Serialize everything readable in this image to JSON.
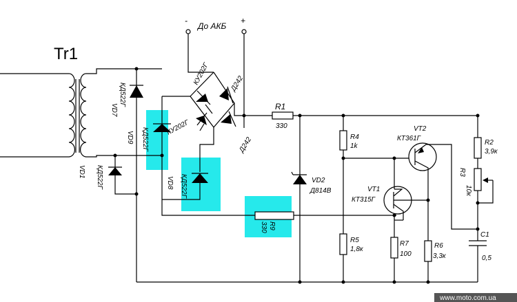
{
  "title": "Tr1",
  "battery_label": "До АКБ",
  "pole_minus": "-",
  "pole_plus": "+",
  "site": "www.moto.com.ua",
  "highlight_color": "#00e5e8",
  "components": {
    "vd7": {
      "ref": "VD7",
      "type": "КД522Г"
    },
    "vd9": {
      "ref": "VD9",
      "type": "КД522Г"
    },
    "vd1": {
      "ref": "VD1",
      "type": "КД522Г"
    },
    "vd8": {
      "ref": "VD8",
      "type": "КД522Г"
    },
    "vd2": {
      "ref": "VD2",
      "type": "Д814В"
    },
    "thyristor1": {
      "type": "КУ202Г"
    },
    "thyristor2": {
      "type": "КУ202Г"
    },
    "diode_d1": {
      "type": "Д242"
    },
    "diode_d2": {
      "type": "Д242"
    },
    "r1": {
      "ref": "R1",
      "value": "330"
    },
    "r2": {
      "ref": "R2",
      "value": "3,9к"
    },
    "r3": {
      "ref": "R3",
      "value": "10к"
    },
    "r4": {
      "ref": "R4",
      "value": "1k"
    },
    "r5": {
      "ref": "R5",
      "value": "1,8к"
    },
    "r6": {
      "ref": "R6",
      "value": "3,3к"
    },
    "r7": {
      "ref": "R7",
      "value": "100"
    },
    "r9": {
      "ref": "R9",
      "value": "330"
    },
    "c1": {
      "ref": "C1",
      "value": "0,5"
    },
    "vt1": {
      "ref": "VT1",
      "type": "КТ315Г"
    },
    "vt2": {
      "ref": "VT2",
      "type": "КТ361Г"
    }
  }
}
